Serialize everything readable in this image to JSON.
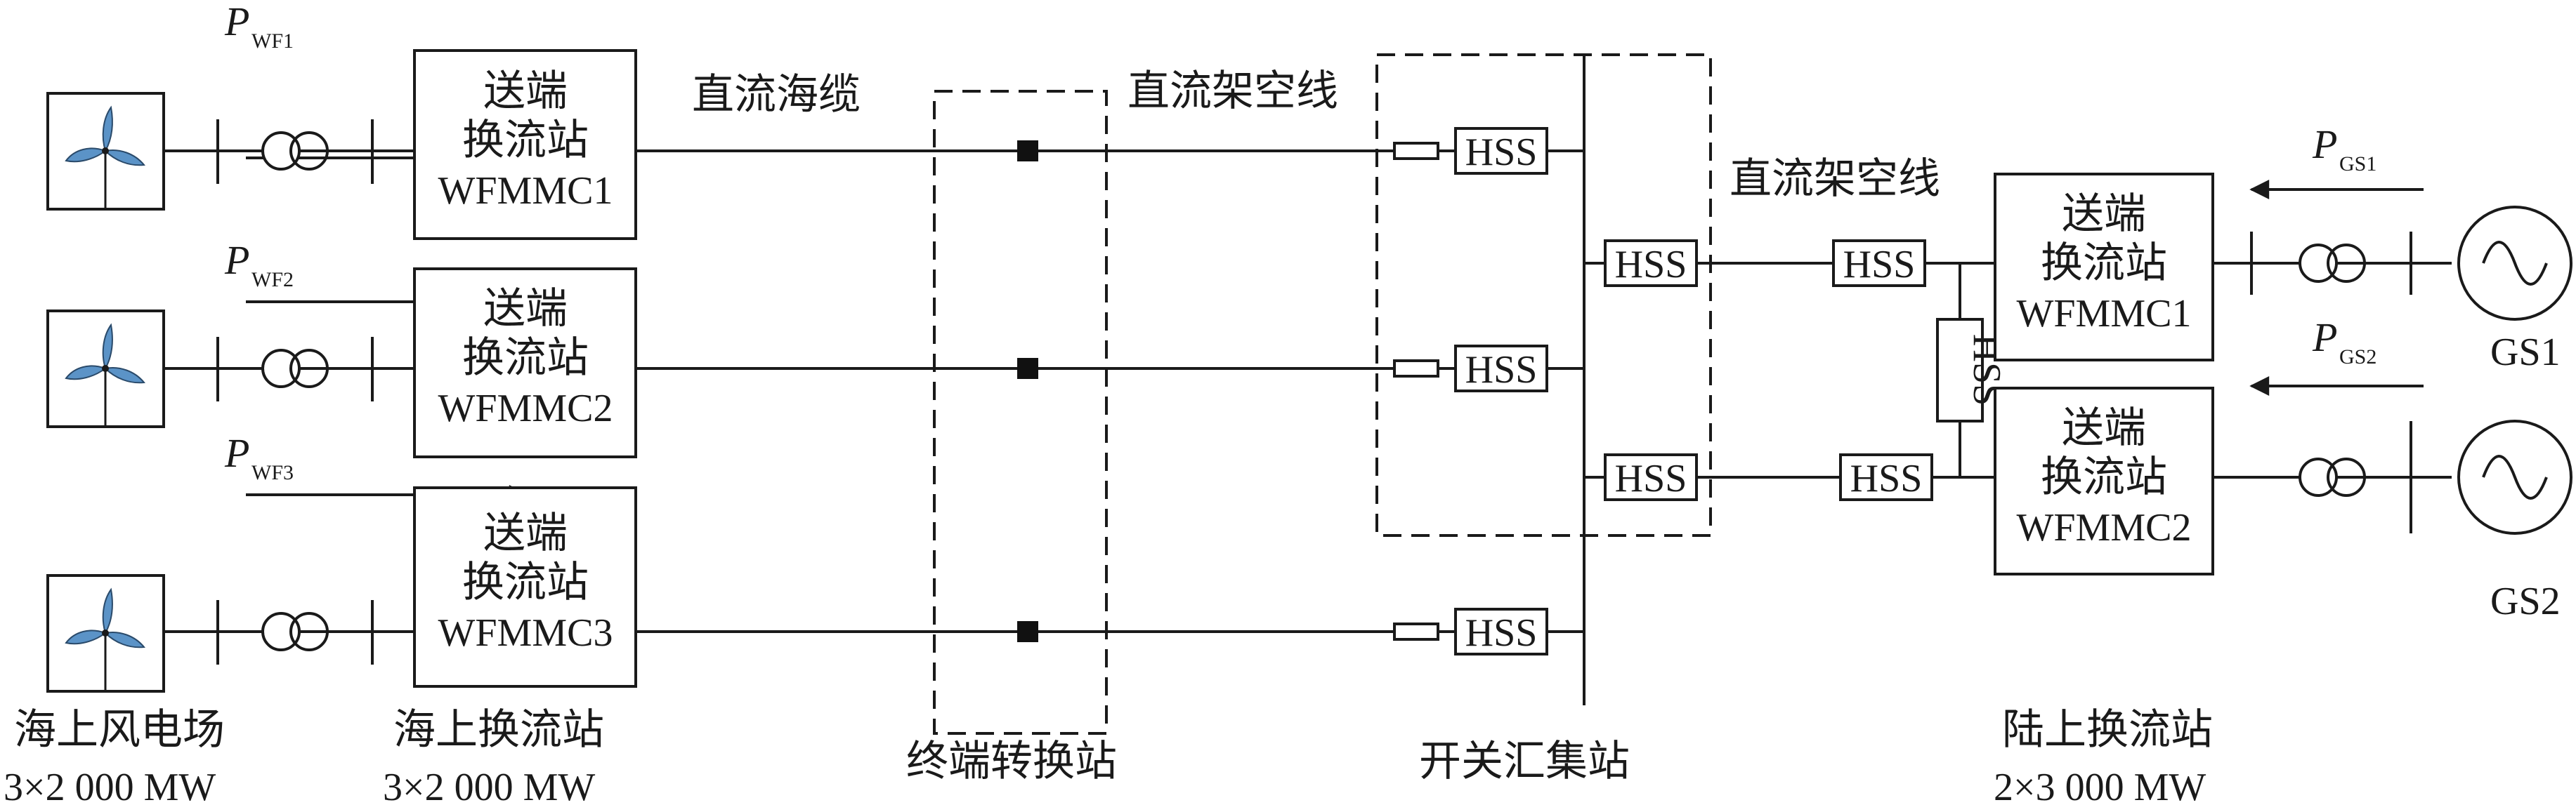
{
  "wind_farms": [
    {
      "power_symbol": "P",
      "power_sub": "WF1",
      "station_line1": "送端",
      "station_line2": "换流站",
      "station_name": "WFMMC1"
    },
    {
      "power_symbol": "P",
      "power_sub": "WF2",
      "station_line1": "送端",
      "station_line2": "换流站",
      "station_name": "WFMMC2"
    },
    {
      "power_symbol": "P",
      "power_sub": "WF3",
      "station_line1": "送端",
      "station_line2": "换流站",
      "station_name": "WFMMC3"
    }
  ],
  "links": {
    "dc_cable": "直流海缆",
    "dc_overhead_1": "直流架空线",
    "dc_overhead_2": "直流架空线"
  },
  "hss_label": "HSS",
  "ssh_label": "HSS",
  "grid_side": [
    {
      "power_symbol": "P",
      "power_sub": "GS1",
      "station_line1": "送端",
      "station_line2": "换流站",
      "station_name": "WFMMC1",
      "source_name": "GS1"
    },
    {
      "power_symbol": "P",
      "power_sub": "GS2",
      "station_line1": "送端",
      "station_line2": "换流站",
      "station_name": "WFMMC2",
      "source_name": "GS2"
    }
  ],
  "captions": {
    "wind_farm": {
      "line1": "海上风电场",
      "line2": "3×2 000 MW"
    },
    "offshore_station": {
      "line1": "海上换流站",
      "line2": "3×2 000 MW"
    },
    "terminal_station": {
      "line1": "终端转换站"
    },
    "switching_station": {
      "line1": "开关汇集站"
    },
    "onshore_station": {
      "line1": "陆上换流站",
      "line2": "2×3 000 MW"
    }
  },
  "colors": {
    "blade": "#5b93c7",
    "stroke": "#1a1a1a"
  },
  "icons": [
    "wind-turbine-icon",
    "transformer-icon",
    "ac-source-icon",
    "arrow-right-icon",
    "arrow-left-icon",
    "breaker-icon",
    "resistor-icon"
  ]
}
